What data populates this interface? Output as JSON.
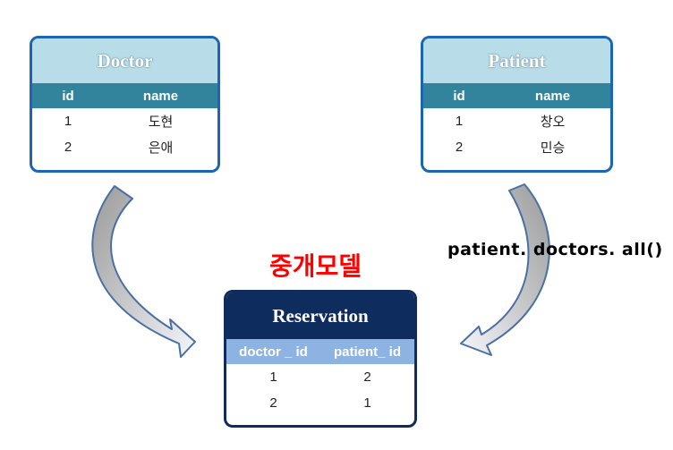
{
  "doctor": {
    "title": "Doctor",
    "headers": [
      "id",
      "name"
    ],
    "rows": [
      [
        "1",
        "도현"
      ],
      [
        "2",
        "은애"
      ]
    ]
  },
  "patient": {
    "title": "Patient",
    "headers": [
      "id",
      "name"
    ],
    "rows": [
      [
        "1",
        "창오"
      ],
      [
        "2",
        "민승"
      ]
    ]
  },
  "reservation": {
    "title": "Reservation",
    "headers": [
      "doctor _ id",
      "patient_ id"
    ],
    "rows": [
      [
        "1",
        "2"
      ],
      [
        "2",
        "1"
      ]
    ]
  },
  "labels": {
    "middle_model": "중개모델",
    "query": "patient. doctors. all()"
  },
  "colors": {
    "card_border": "#1a66b3",
    "light_title": "#b8dde8",
    "teal_header": "#31849b",
    "dark_navy": "#0f2c5f",
    "light_blue_header": "#8db3e2",
    "accent_red": "#ff0000"
  }
}
